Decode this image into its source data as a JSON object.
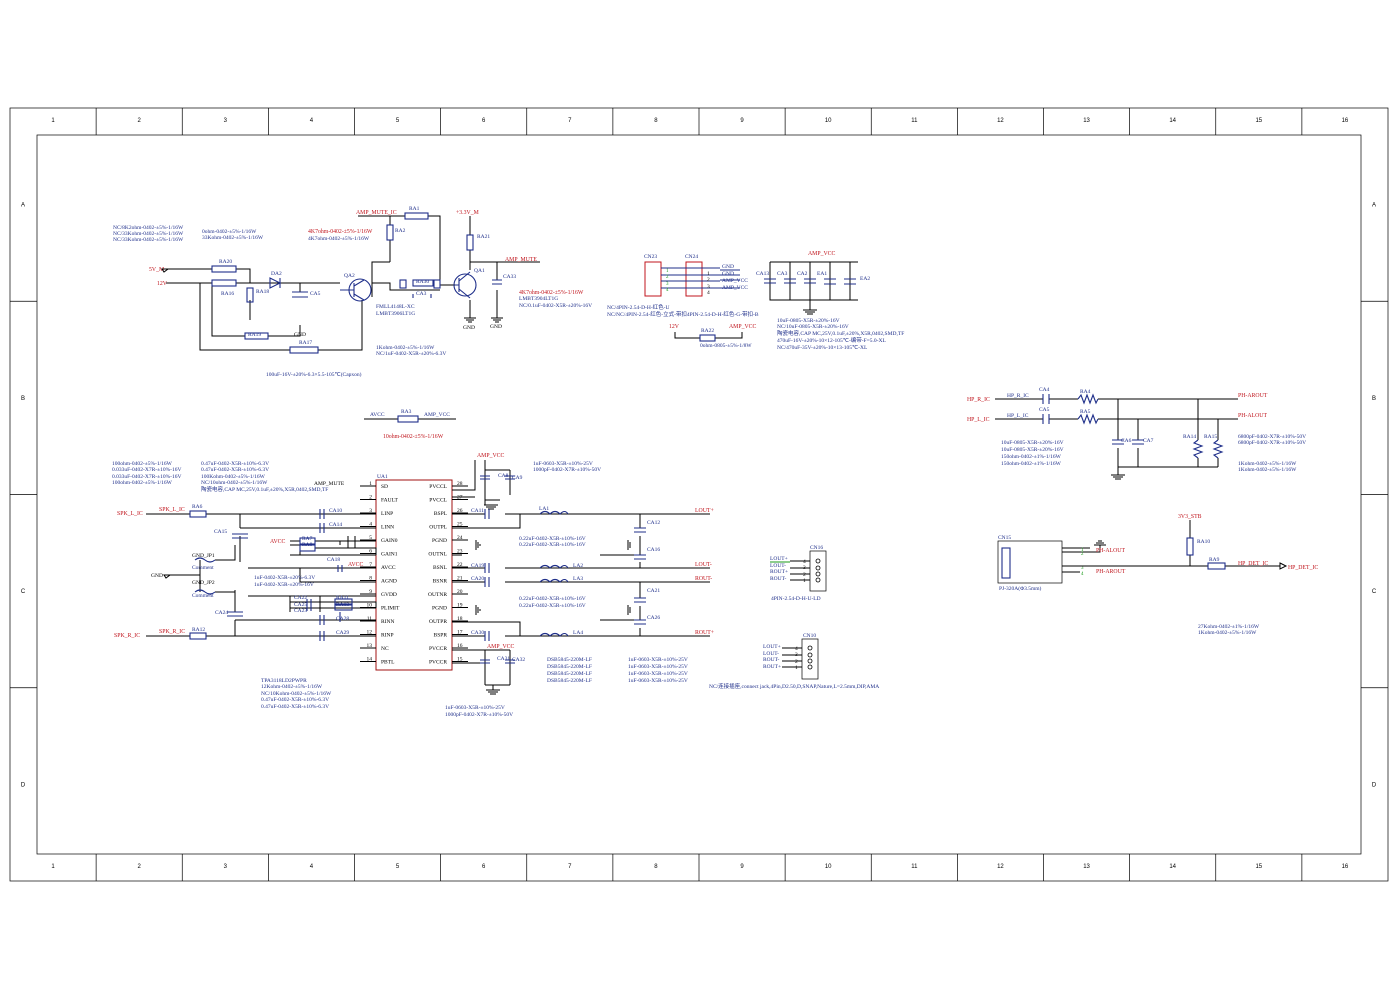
{
  "grid": {
    "cols": [
      "1",
      "2",
      "3",
      "4",
      "5",
      "6",
      "7",
      "8",
      "9",
      "10",
      "11",
      "12",
      "13",
      "14",
      "15",
      "16"
    ],
    "rows": [
      "A",
      "B",
      "C",
      "D"
    ]
  },
  "colors": {
    "wire": "#000000",
    "component": "#1f2f8a",
    "net": "#c0141c",
    "pin": "#1a9a1a"
  },
  "mute": {
    "notes_left": [
      "NC/8K2ohm-0402-±5%-1/16W",
      "NC/33Kohm-0402-±5%-1/16W",
      "NC/33Kohm-0402-±5%-1/16W"
    ],
    "notes_mid": [
      "0ohm-0402-±5%-1/16W",
      "33Kohm-0402-±5%-1/16W"
    ],
    "notes_red": [
      "4K7ohm-0402-±5%-1/16W"
    ],
    "notes_blue": [
      "4K7ohm-0402-±5%-1/16W"
    ],
    "net_5v": "5V_M",
    "net_12v": "12V",
    "net_amp_mute_ic": "AMP_MUTE_IC",
    "net_3v3": "+3.3V_M",
    "net_amp_mute": "AMP_MUTE",
    "refs": [
      "RA20",
      "RA16",
      "RA18",
      "DA2",
      "CA5",
      "QA2",
      "RA19",
      "RA17",
      "RA1",
      "RA2",
      "RA30",
      "CA3",
      "QA1",
      "RA21",
      "CA33"
    ],
    "gnd": "GND",
    "part_diode": "FMLL4148L-XC",
    "part_q2": "LMBT3906LT1G",
    "part_q1_red": "4K7ohm-0402-±5%-1/16W",
    "part_q1": "LMBT3904LT1G",
    "part_ca33": "NC/0.1uF-0402-X5R-±20%-16V",
    "bottom_notes": [
      "1Kohm-0402-±5%-1/16W",
      "NC/1uF-0402-X5R-±20%-6.3V"
    ],
    "cap_note": "100uF-16V-±20%-6.3×5.5-105℃(Capxon)"
  },
  "conn": {
    "cn23": "CN23",
    "cn24": "CN24",
    "pins": [
      "GND",
      "GND",
      "AMP_VCC",
      "AMP_VCC"
    ],
    "notes": [
      "NC/4PIN-2.54-D-H-红色-U",
      "NC/NC/4PIN-2.54-红色-立式-带扣4PIN-2.54-D-H-红色-G-带扣-B"
    ],
    "net_12v": "12V",
    "net_ampvcc": "AMP_VCC",
    "ra22": "RA22",
    "ra22_note": "0ohm-0805-±5%-1/8W"
  },
  "caps": {
    "net": "AMP_VCC",
    "refs": [
      "CA13",
      "CA3",
      "CA2",
      "EA1",
      "EA2"
    ],
    "notes": [
      "10uF-0805-X5R-±20%-16V",
      "NC/10uF-0805-X5R-±20%-16V",
      "陶瓷电容,CAP MC,25V,0.1uF,±20%,X5R,0402,SMD,TF",
      "470uF-16V-±20%-10×12-105℃-编带-F=5.0-XL",
      "NC/470uF-35V-±20%-10×13-105℃-XL"
    ]
  },
  "avcc": {
    "left": "AVCC",
    "ref": "RA3",
    "right": "AMP_VCC",
    "note": "10ohm-0402-±5%-1/16W"
  },
  "hp": {
    "net_r_ic": "HP_R_IC",
    "net_l_ic": "HP_L_IC",
    "net_r": "HP_R_IC",
    "net_l": "HP_L_IC",
    "refs": [
      "CA4",
      "RA4",
      "CA5",
      "RA5",
      "CA6",
      "CA7",
      "RA14",
      "RA15"
    ],
    "out_r": "PH-AROUT",
    "out_l": "PH-ALOUT",
    "notes_left": [
      "10uF-0805-X5R-±20%-16V",
      "10uF-0805-X5R-±20%-16V",
      "150ohm-0402-±1%-1/16W",
      "150ohm-0402-±1%-1/16W"
    ],
    "notes_right": [
      "6800pF-0402-X7R-±10%-50V",
      "6800pF-0402-X7R-±10%-50V"
    ],
    "notes_right2": [
      "1Kohm-0402-±5%-1/16W",
      "1Kohm-0402-±5%-1/16W"
    ]
  },
  "amp": {
    "notes_left": [
      "100ohm-0402-±5%-1/16W",
      "0.033uF-0402-X7R-±10%-16V",
      "0.033uF-0402-X7R-±10%-16V",
      "100ohm-0402-±5%-1/16W"
    ],
    "notes_mid": [
      "0.47uF-0402-X5R-±10%-6.3V",
      "0.47uF-0402-X5R-±10%-6.3V",
      "100Kohm-0402-±5%-1/16W",
      "NC/10ohm-0402-±5%-1/16W",
      "陶瓷电容,CAP MC,25V,0.1uF,±20%,X5R,0402,SMD,TF"
    ],
    "net_ampvcc": "AMP_VCC",
    "top_notes": [
      "1uF-0603-X5R-±10%-25V",
      "1000pF-0402-X7R-±10%-50V"
    ],
    "ref": "UA1",
    "net_mute": "AMP_MUTE",
    "left_pins": [
      {
        "n": "1",
        "name": "SD"
      },
      {
        "n": "2",
        "name": "FAULT"
      },
      {
        "n": "3",
        "name": "LINP"
      },
      {
        "n": "4",
        "name": "LINN"
      },
      {
        "n": "5",
        "name": "GAIN0"
      },
      {
        "n": "6",
        "name": "GAIN1"
      },
      {
        "n": "7",
        "name": "AVCC"
      },
      {
        "n": "8",
        "name": "AGND"
      },
      {
        "n": "9",
        "name": "GVDD"
      },
      {
        "n": "10",
        "name": "PLIMIT"
      },
      {
        "n": "11",
        "name": "RINN"
      },
      {
        "n": "12",
        "name": "RINP"
      },
      {
        "n": "13",
        "name": "NC"
      },
      {
        "n": "14",
        "name": "PBTL"
      }
    ],
    "right_pins": [
      {
        "n": "28",
        "name": "PVCCL"
      },
      {
        "n": "27",
        "name": "PVCCL"
      },
      {
        "n": "26",
        "name": "BSPL"
      },
      {
        "n": "25",
        "name": "OUTPL"
      },
      {
        "n": "24",
        "name": "PGND"
      },
      {
        "n": "23",
        "name": "OUTNL"
      },
      {
        "n": "22",
        "name": "BSNL"
      },
      {
        "n": "21",
        "name": "BSNR"
      },
      {
        "n": "20",
        "name": "OUTNR"
      },
      {
        "n": "19",
        "name": "PGND"
      },
      {
        "n": "18",
        "name": "OUTPR"
      },
      {
        "n": "17",
        "name": "BSPR"
      },
      {
        "n": "16",
        "name": "PVCCR"
      },
      {
        "n": "15",
        "name": "PVCCR"
      }
    ],
    "net_spk_l": "SPK_L_IC",
    "net_spk_r": "SPK_R_IC",
    "gnd_jp1": "GND_JP1",
    "gnd_jp2": "GND_JP2",
    "comment": "Comment",
    "gnd": "GND",
    "avcc": "AVCC",
    "refs_left": [
      "RA6",
      "CA15",
      "CA10",
      "CA14",
      "RA7",
      "RA8",
      "CA18",
      "CA24",
      "CA22",
      "CA23",
      "RA11",
      "CA28",
      "CA29",
      "RA12",
      "CA25",
      "RA13"
    ],
    "cap_notes": [
      "1uF-0402-X5R-±20%-6.3V",
      "1uF-0402-X5R-±20%-16V"
    ],
    "part": "TPA3118LD2PWPR",
    "part_notes": [
      "12Kohm-0402-±5%-1/16W",
      "NC/10Kohm-0402-±5%-1/16W",
      "0.47uF-0402-X5R-±10%-6.3V",
      "0.47uF-0402-X5R-±10%-6.3V"
    ],
    "refs_right": [
      "CA8",
      "CA9",
      "CA11",
      "LA1",
      "CA12",
      "CA16",
      "CA19",
      "LA2",
      "CA20",
      "LA3",
      "CA21",
      "CA26",
      "CA30",
      "LA4",
      "CA31",
      "CA32"
    ],
    "out_nets": [
      "LOUT+",
      "LOUT-",
      "ROUT-",
      "ROUT+"
    ],
    "mid_notes": [
      "0.22uF-0402-X5R-±10%-16V",
      "0.22uF-0402-X5R-±10%-16V"
    ],
    "mid_notes2": [
      "0.22uF-0402-X5R-±10%-16V",
      "0.22uF-0402-X5R-±10%-16V"
    ],
    "ind_notes": [
      "DSB5845-220M-LF",
      "DSB5845-220M-LF",
      "DSB5845-220M-LF",
      "DSB5845-220M-LF"
    ],
    "ind_cap_notes": [
      "1uF-0603-X5R-±10%-25V",
      "1uF-0603-X5R-±10%-25V",
      "1uF-0603-X5R-±10%-25V",
      "1uF-0603-X5R-±10%-25V"
    ],
    "bottom_notes": [
      "1uF-0603-X5R-±10%-25V",
      "1000pF-0402-X7R-±10%-50V"
    ]
  },
  "cn16": {
    "ref": "CN16",
    "labels": [
      "LOUT+",
      "LOUT-",
      "ROUT+",
      "ROUT-"
    ],
    "pins": [
      "4",
      "3",
      "2",
      "1"
    ],
    "note": "4PIN-2.54-D-H-U-LD"
  },
  "cn10": {
    "ref": "CN10",
    "labels": [
      "LOUT+",
      "LOUT-",
      "ROUT-",
      "ROUT+"
    ],
    "pins": [
      "4",
      "3",
      "2",
      "1"
    ],
    "note": "NC/连接插座,connect jack,4Pin,D2.50,D,SNAP,Nature,L=2.5mm,DIP,AMA"
  },
  "jack": {
    "ref": "CN15",
    "net_3v3": "3V3_STB",
    "ra10": "RA10",
    "ra9": "RA9",
    "pins": [
      "1",
      "2",
      "3",
      "4"
    ],
    "out_l": "PH-ALOUT",
    "out_r": "PH-AROUT",
    "det_net": "HP_DET_IC",
    "det_port": "HP_DET_IC",
    "part": "PJ-320A(Φ3.5mm)",
    "notes": [
      "27Kohm-0402-±1%-1/16W",
      "1Kohm-0402-±5%-1/16W"
    ]
  }
}
